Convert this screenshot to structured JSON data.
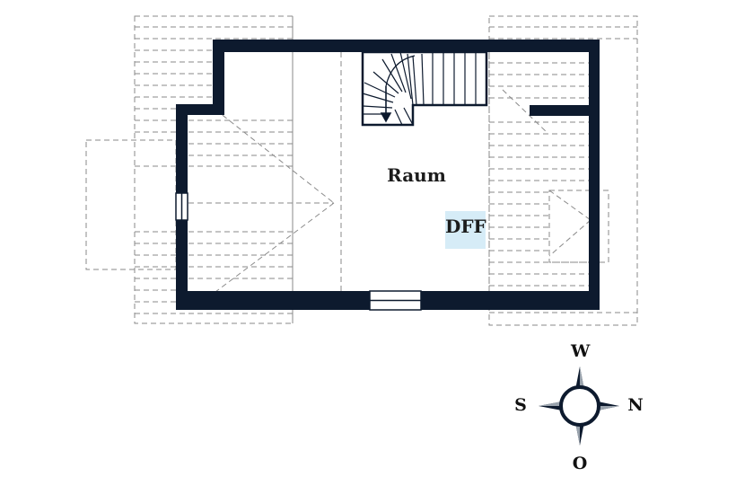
{
  "room": {
    "label": "Raum"
  },
  "dff": {
    "label": "DFF",
    "color": "#d6ecf7"
  },
  "compass": {
    "north": "N",
    "south": "S",
    "west": "W",
    "east": "O"
  },
  "colors": {
    "wall": "#0d1a2e",
    "dashed": "#8a8a8a",
    "background": "#ffffff"
  }
}
